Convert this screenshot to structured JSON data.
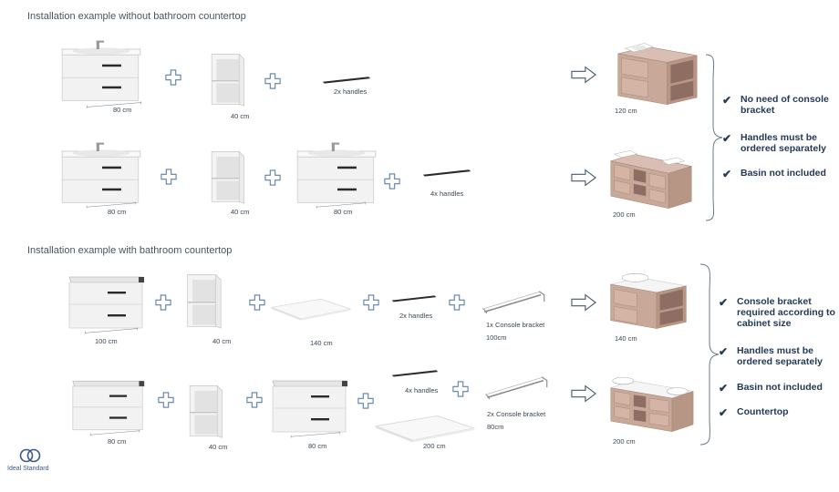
{
  "section1": {
    "title": "Installation example without bathroom countertop",
    "row1": {
      "vanity": "80 cm",
      "open_unit": "40 cm",
      "handles": "2x handles",
      "result": "120 cm"
    },
    "row2": {
      "vanity_a": "80 cm",
      "open_unit": "40 cm",
      "vanity_b": "80 cm",
      "handles": "4x handles",
      "result": "200 cm"
    },
    "features": [
      "No need of console bracket",
      "Handles must be ordered separately",
      "Basin not included"
    ]
  },
  "section2": {
    "title": "Installation example with bathroom countertop",
    "row1": {
      "vanity": "100 cm",
      "open_unit": "40 cm",
      "countertop": "140 cm",
      "handles": "2x handles",
      "bracket": "1x Console bracket",
      "bracket_size": "100cm",
      "result": "140 cm"
    },
    "row2": {
      "vanity_a": "80 cm",
      "open_unit": "40 cm",
      "vanity_b": "80 cm",
      "countertop": "200 cm",
      "handles": "4x handles",
      "bracket": "2x Console bracket",
      "bracket_size": "80cm",
      "result": "200 cm"
    },
    "features": [
      "Console bracket required according to cabinet size",
      "Handles must be ordered separately",
      "Basin not included",
      "Countertop"
    ]
  },
  "logo": {
    "text": "Ideal Standard"
  },
  "colors": {
    "accent": "#233a55",
    "wood": "#c8a898",
    "cabinet": "#f2f2f2"
  }
}
